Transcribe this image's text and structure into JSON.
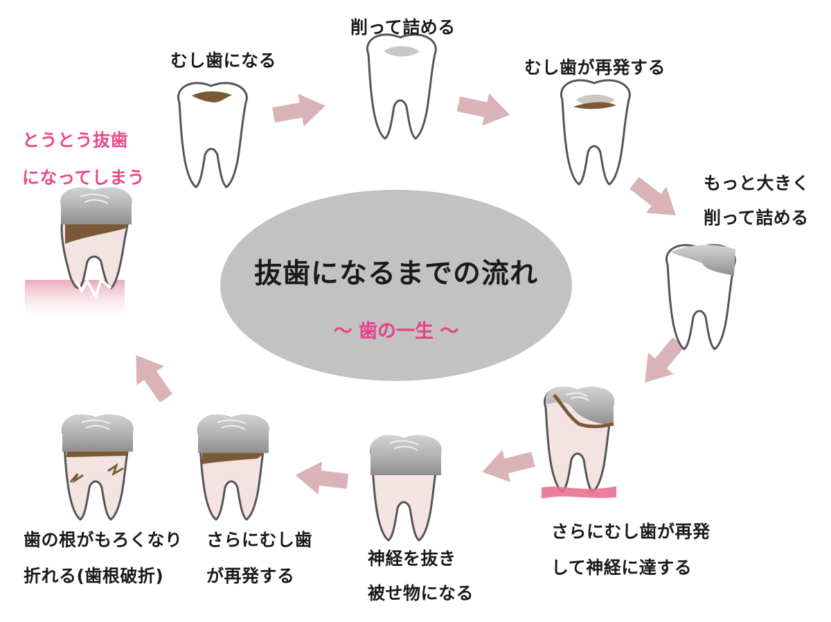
{
  "title": "抜歯になるまでの流れ",
  "subtitle": "～ 歯の一生 ～",
  "stages": [
    {
      "id": "cavity",
      "lines": [
        "むし歯になる"
      ]
    },
    {
      "id": "fill",
      "lines": [
        "削って詰める"
      ]
    },
    {
      "id": "recur",
      "lines": [
        "むし歯が再発する"
      ]
    },
    {
      "id": "bigger-fill",
      "lines": [
        "もっと大きく",
        "削って詰める"
      ]
    },
    {
      "id": "nerve-reach",
      "lines": [
        "さらにむし歯が再発",
        "して神経に達する"
      ]
    },
    {
      "id": "crown",
      "lines": [
        "神経を抜き",
        "被せ物になる"
      ]
    },
    {
      "id": "recur-again",
      "lines": [
        "さらにむし歯",
        "が再発する"
      ]
    },
    {
      "id": "root-fracture",
      "lines": [
        "歯の根がもろくなり",
        "折れる(歯根破折)"
      ]
    },
    {
      "id": "extraction",
      "lines": [
        "とうとう抜歯",
        "になってしまう"
      ]
    }
  ],
  "colors": {
    "arrow": "#d9b3b8",
    "highlight": "#e84a8c",
    "ellipse": "#c2c2c2",
    "decay": "#7a5a36",
    "crown_metal": "#9a9a9a"
  }
}
